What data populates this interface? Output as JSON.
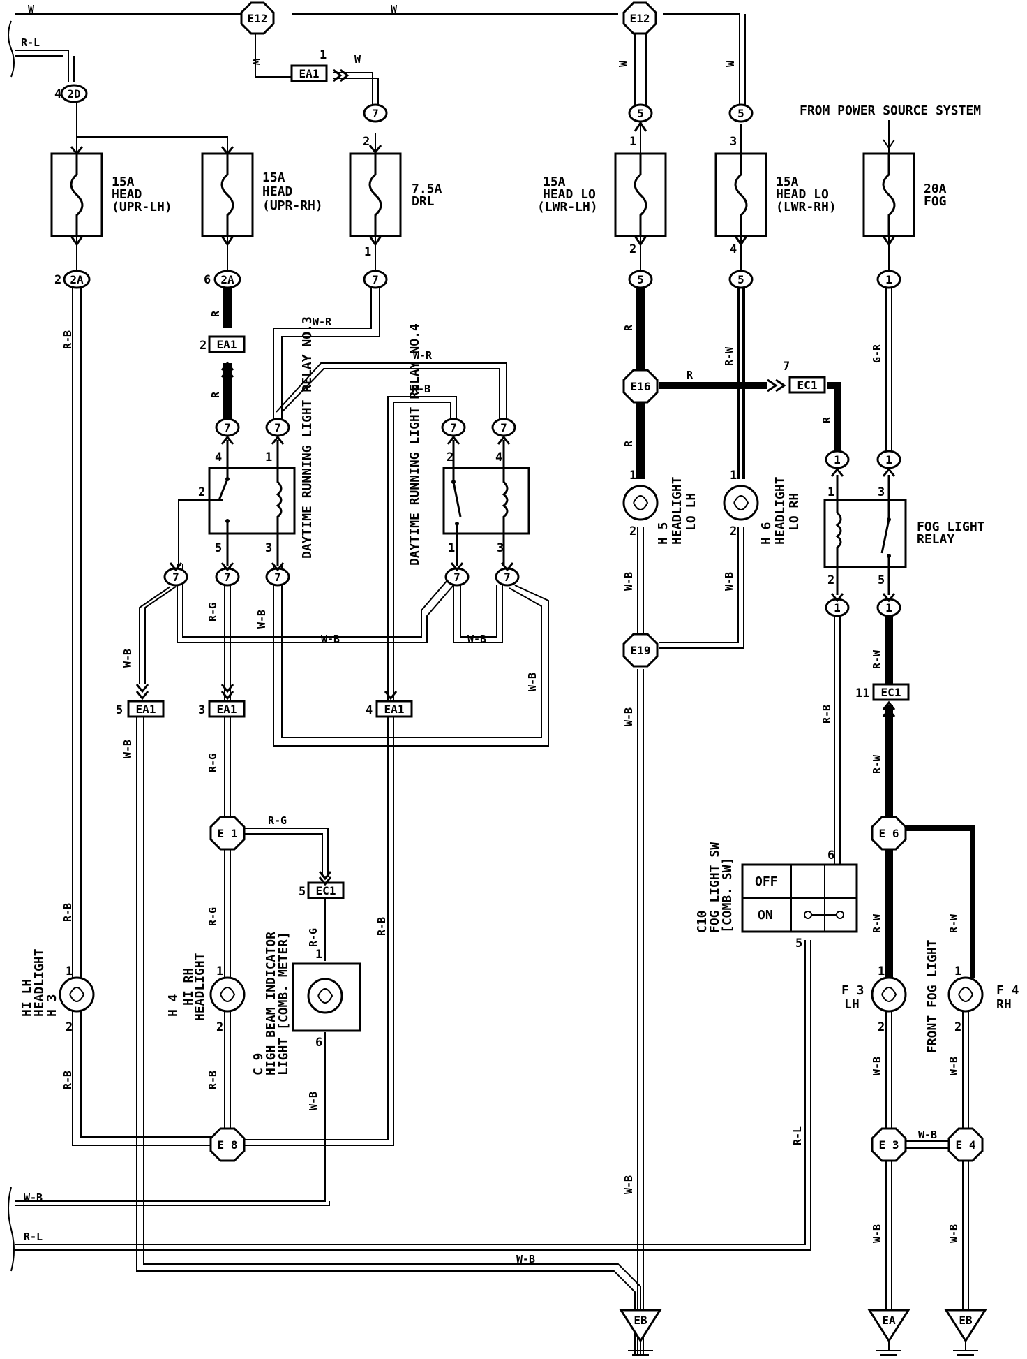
{
  "power_source_label": "FROM POWER SOURCE SYSTEM",
  "fuses": [
    {
      "amp": "15A",
      "name": "HEAD",
      "sub": "(UPR-LH)"
    },
    {
      "amp": "15A",
      "name": "HEAD",
      "sub": "(UPR-RH)"
    },
    {
      "amp": "7.5A",
      "name": "DRL",
      "sub": ""
    },
    {
      "amp": "15A",
      "name": "HEAD LO",
      "sub": "(LWR-LH)"
    },
    {
      "amp": "15A",
      "name": "HEAD LO",
      "sub": "(LWR-RH)"
    },
    {
      "amp": "20A",
      "name": "FOG",
      "sub": ""
    }
  ],
  "relays": {
    "drl3": "DAYTIME RUNNING LIGHT RELAY NO.3",
    "drl4": "DAYTIME RUNNING LIGHT RELAY NO.4",
    "fog": [
      "FOG LIGHT",
      "RELAY"
    ]
  },
  "lamps": {
    "h3": [
      "H 3",
      "HEADLIGHT",
      "HI LH"
    ],
    "h4": [
      "H 4",
      "HEADLIGHT",
      "HI RH"
    ],
    "h5": [
      "H 5",
      "HEADLIGHT",
      "LO LH"
    ],
    "h6": [
      "H 6",
      "HEADLIGHT",
      "LO RH"
    ],
    "c9": [
      "C 9",
      "HIGH BEAM INDICATOR",
      "LIGHT [COMB. METER]"
    ],
    "c10": [
      "C10",
      "FOG LIGHT SW",
      "[COMB. SW]"
    ],
    "f3": [
      "F 3",
      "LH"
    ],
    "f4": [
      "F 4",
      "RH"
    ],
    "front_fog": "FRONT FOG LIGHT"
  },
  "switch_positions": [
    "OFF",
    "ON"
  ],
  "junctions": {
    "e12": "E12",
    "e16": "E16",
    "e19": "E19",
    "e1": "E 1",
    "e8": "E 8",
    "e6": "E 6",
    "e3": "E 3",
    "e4": "E 4"
  },
  "connectors": {
    "ea1": "EA1",
    "ec1": "EC1",
    "c2d": "2D",
    "c2a": "2A",
    "c7": "7",
    "c5": "5",
    "c1": "1"
  },
  "grounds": {
    "eb": "EB",
    "ea": "EA"
  },
  "wire_colors": {
    "w": "W",
    "rl": "R-L",
    "rb": "R-B",
    "r": "R",
    "wr": "W-R",
    "wb": "W-B",
    "rg": "R-G",
    "rw": "R-W",
    "gr": "G-R"
  },
  "pins": {
    "p1": "1",
    "p2": "2",
    "p3": "3",
    "p4": "4",
    "p5": "5",
    "p6": "6",
    "p7": "7",
    "p11": "11"
  }
}
